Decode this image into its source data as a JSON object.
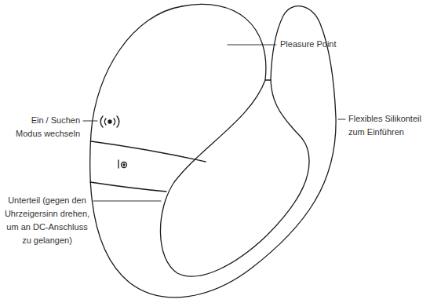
{
  "diagram": {
    "labels": [
      "Pleasure Point",
      "Ein / Suchen Modus wechseln",
      "Flexibles Silikonteil zum Einführen",
      "Unterteil (gegen den Uhrzeigersinn drehen, um an DC-Anschluss zu gelangen)"
    ]
  }
}
